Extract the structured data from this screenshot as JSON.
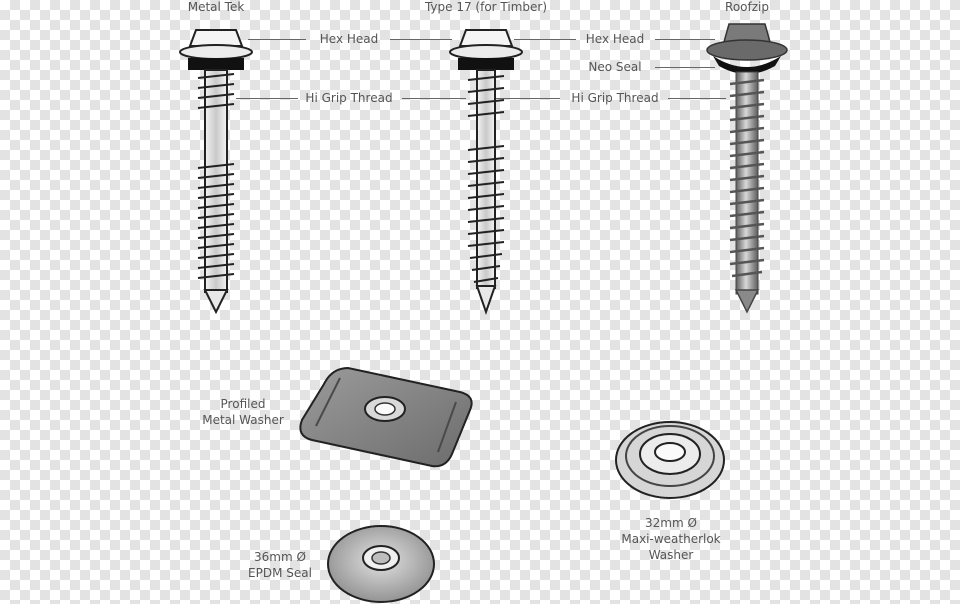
{
  "screws": {
    "metal_tek": {
      "title": "Metal Tek",
      "hex_head": "Hex Head",
      "thread": "Hi Grip Thread"
    },
    "type17": {
      "title": "Type 17 (for Timber)",
      "hex_head": "Hex Head",
      "thread": "Hi Grip Thread"
    },
    "roofzip": {
      "title": "Roofzip",
      "neo_seal": "Neo Seal"
    }
  },
  "washers": {
    "profiled": {
      "line1": "Profiled",
      "line2": "Metal Washer"
    },
    "epdm": {
      "line1": "36mm Ø",
      "line2": "EPDM Seal"
    },
    "maxi": {
      "line1": "32mm Ø",
      "line2": "Maxi-weatherlok",
      "line3": "Washer"
    }
  },
  "colors": {
    "outline": "#222222",
    "metal_light": "#dcdcdc",
    "metal_dark": "#6d6d6d",
    "label_text": "#555555"
  }
}
